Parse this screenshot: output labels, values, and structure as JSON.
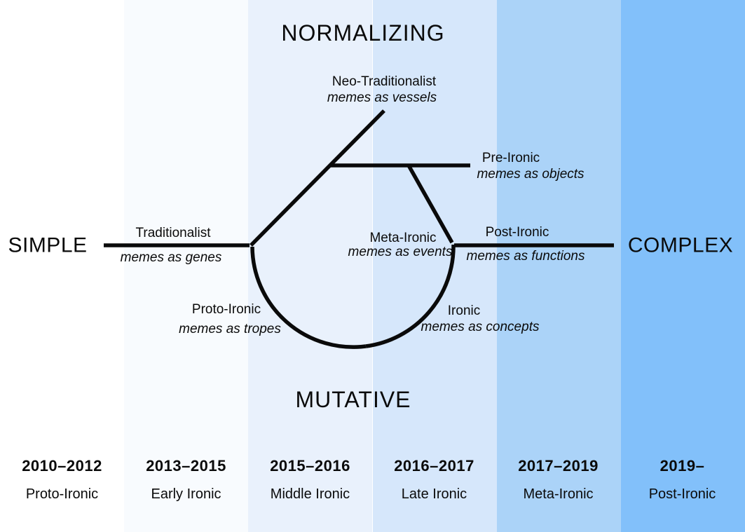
{
  "axis": {
    "left": "SIMPLE",
    "right": "COMPLEX",
    "top": "NORMALIZING",
    "bottom": "MUTATIVE"
  },
  "nodes": {
    "traditionalist": {
      "name": "Traditionalist",
      "desc": "memes as genes"
    },
    "neo_traditionalist": {
      "name": "Neo-Traditionalist",
      "desc": "memes as vessels"
    },
    "pre_ironic": {
      "name": "Pre-Ironic",
      "desc": "memes as objects"
    },
    "meta_ironic": {
      "name": "Meta-Ironic",
      "desc": "memes as events"
    },
    "post_ironic": {
      "name": "Post-Ironic",
      "desc": "memes as functions"
    },
    "proto_ironic": {
      "name": "Proto-Ironic",
      "desc": "memes as tropes"
    },
    "ironic": {
      "name": "Ironic",
      "desc": "memes as concepts"
    }
  },
  "timeline": [
    {
      "years": "2010–2012",
      "era": "Proto-Ironic"
    },
    {
      "years": "2013–2015",
      "era": "Early Ironic"
    },
    {
      "years": "2015–2016",
      "era": "Middle Ironic"
    },
    {
      "years": "2016–2017",
      "era": "Late Ironic"
    },
    {
      "years": "2017–2019",
      "era": "Meta-Ironic"
    },
    {
      "years": "2019–",
      "era": "Post-Ironic"
    }
  ],
  "colors": {
    "bands": [
      "#ffffff",
      "#f8fbfe",
      "#e9f1fc",
      "#d6e7fb",
      "#abd3f8",
      "#82c0fa"
    ],
    "line": "#0a0a0a",
    "text": "#0a0a0a"
  }
}
